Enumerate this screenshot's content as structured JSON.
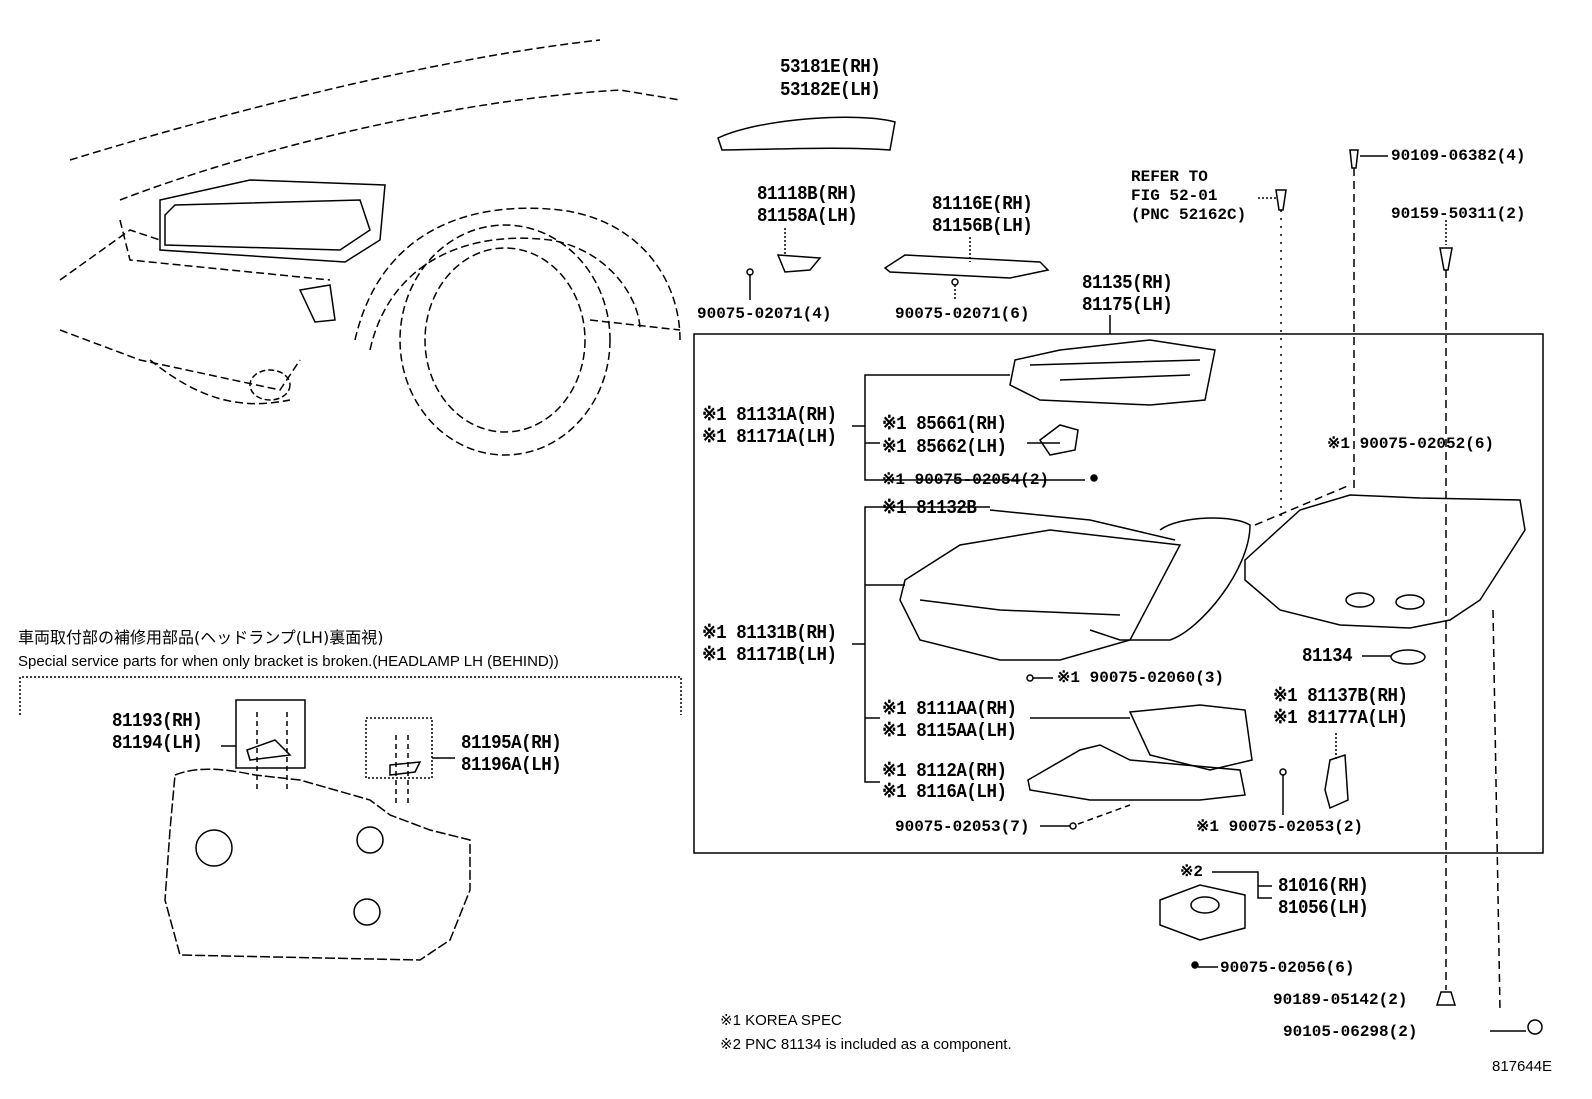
{
  "parts": {
    "p53181e": "53181E(RH)",
    "p53182e": "53182E(LH)",
    "p81118b": "81118B(RH)",
    "p81158a": "81158A(LH)",
    "p81116e": "81116E(RH)",
    "p81156b": "81156B(LH)",
    "refer1": "REFER TO",
    "refer2": "FIG 52-01",
    "refer3": "(PNC 52162C)",
    "p90109": "90109-06382(4)",
    "p90159": "90159-50311(2)",
    "p90075_02071_4": "90075-02071(4)",
    "p90075_02071_6": "90075-02071(6)",
    "p81135": "81135(RH)",
    "p81175": "81175(LH)",
    "p81131a": "※1 81131A(RH)",
    "p81171a": "※1 81171A(LH)",
    "p85661": "※1 85661(RH)",
    "p85662": "※1 85662(LH)",
    "p90075_02054": "※1 90075-02054(2)",
    "p90075_02052": "※1 90075-02052(6)",
    "p81132b": "※1 81132B",
    "p81131b": "※1 81131B(RH)",
    "p81171b": "※1 81171B(LH)",
    "p81134": "81134",
    "p90075_02060": "※1 90075-02060(3)",
    "p8111aa": "※1 8111AA(RH)",
    "p8115aa": "※1 8115AA(LH)",
    "p81137b": "※1 81137B(RH)",
    "p81177a": "※1 81177A(LH)",
    "p8112a": "※1 8112A(RH)",
    "p8116a": "※1 8116A(LH)",
    "p90075_02053_7": "90075-02053(7)",
    "p90075_02053_2": "※1 90075-02053(2)",
    "note2mark": "※2",
    "p81016": "81016(RH)",
    "p81056": "81056(LH)",
    "p90075_02056": "90075-02056(6)",
    "p90189": "90189-05142(2)",
    "p90105": "90105-06298(2)",
    "p81193": "81193(RH)",
    "p81194": "81194(LH)",
    "p81195a": "81195A(RH)",
    "p81196a": "81196A(LH)"
  },
  "special": {
    "title_jp": "車両取付部の補修用部品(ヘッドランプ(LH)裏面視)",
    "title_en": "Special service parts for when only bracket is broken.(HEADLAMP LH (BEHIND))"
  },
  "notes": {
    "n1": "※1 KOREA SPEC",
    "n2": "※2 PNC 81134 is included as a component."
  },
  "figure_id": "817644E"
}
